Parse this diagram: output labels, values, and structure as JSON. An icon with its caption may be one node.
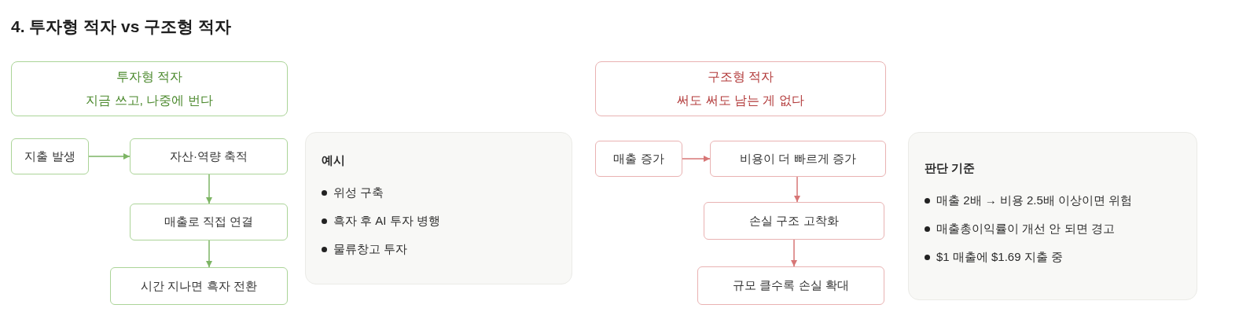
{
  "diagram": {
    "title": "4. 투자형 적자 vs 구조형 적자",
    "nodes": [
      {
        "text": [
          "투자형 적자",
          "지금 쓰고, 나중에 번다"
        ]
      },
      {
        "text": [
          "지출 발생"
        ]
      },
      {
        "text": [
          "자산·역량 축적"
        ]
      },
      {
        "text": [
          "매출로 직접 연결"
        ]
      },
      {
        "text": [
          "시간 지나면 흑자 전환"
        ]
      },
      {
        "text": [
          "예시",
          "위성 구축",
          "흑자 후 AI 투자 병행",
          "물류창고 투자"
        ]
      },
      {
        "text": [
          "구조형 적자",
          "써도 써도 남는 게 없다"
        ]
      },
      {
        "text": [
          "매출 증가"
        ]
      },
      {
        "text": [
          "비용이 더 빠르게 증가"
        ]
      },
      {
        "text": [
          "손실 구조 고착화"
        ]
      },
      {
        "text": [
          "규모 클수록 손실 확대"
        ]
      },
      {
        "text": [
          "판단 기준",
          "매출 2배 → 비용 2.5배 이상이면 위험",
          "매출총이익률이 개선 안 되면 경고",
          "$1 매출에 $1.69 지출 중"
        ]
      }
    ],
    "edges": [
      {
        "from": 1,
        "to": 2,
        "arrow": "to",
        "color": "#7db564"
      },
      {
        "from": 2,
        "to": 3,
        "arrow": "to",
        "color": "#7db564"
      },
      {
        "from": 3,
        "to": 4,
        "arrow": "to",
        "color": "#7db564"
      },
      {
        "from": 7,
        "to": 8,
        "arrow": "to",
        "color": "#d77676"
      },
      {
        "from": 8,
        "to": 9,
        "arrow": "to",
        "color": "#d77676"
      },
      {
        "from": 9,
        "to": 10,
        "arrow": "to",
        "color": "#d77676"
      }
    ]
  }
}
